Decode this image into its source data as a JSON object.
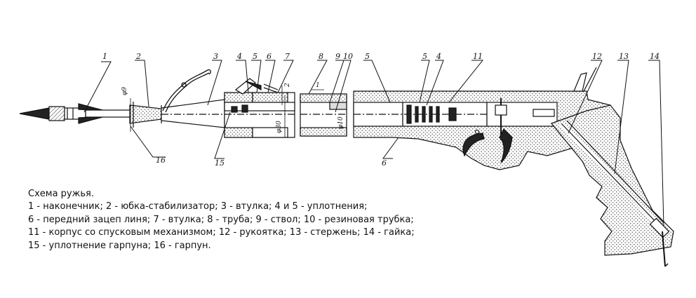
{
  "caption": {
    "title": "Схема ружья.",
    "lines": [
      "1 - наконечник; 2 - юбка-стабилизатор; 3 - втулка; 4 и 5 - уплотнения;",
      "6 - передний зацеп линя; 7 - втулка; 8 - труба; 9 - ствол; 10 - резиновая трубка;",
      "11 - корпус со спусковым механизмом; 12 - рукоятка; 13 - стержень; 14 - гайка;",
      "15 - уплотнение гарпуна; 16 - гарпун."
    ]
  },
  "callouts": {
    "c1": "1",
    "c2": "2",
    "c3": "3",
    "c4": "4",
    "c5": "5",
    "c6": "6",
    "c7": "7",
    "c8": "8",
    "c9": "9",
    "c10": "10",
    "c5b": "5",
    "c5c": "5",
    "c4b": "4",
    "c11": "11",
    "c12": "12",
    "c13": "13",
    "c14": "14",
    "c16": "16",
    "c15": "15",
    "c6b": "6"
  },
  "dimensions": {
    "d1": "φ9",
    "d2": "φ30",
    "d3": "φ10",
    "d4": "2",
    "d5": "1"
  }
}
